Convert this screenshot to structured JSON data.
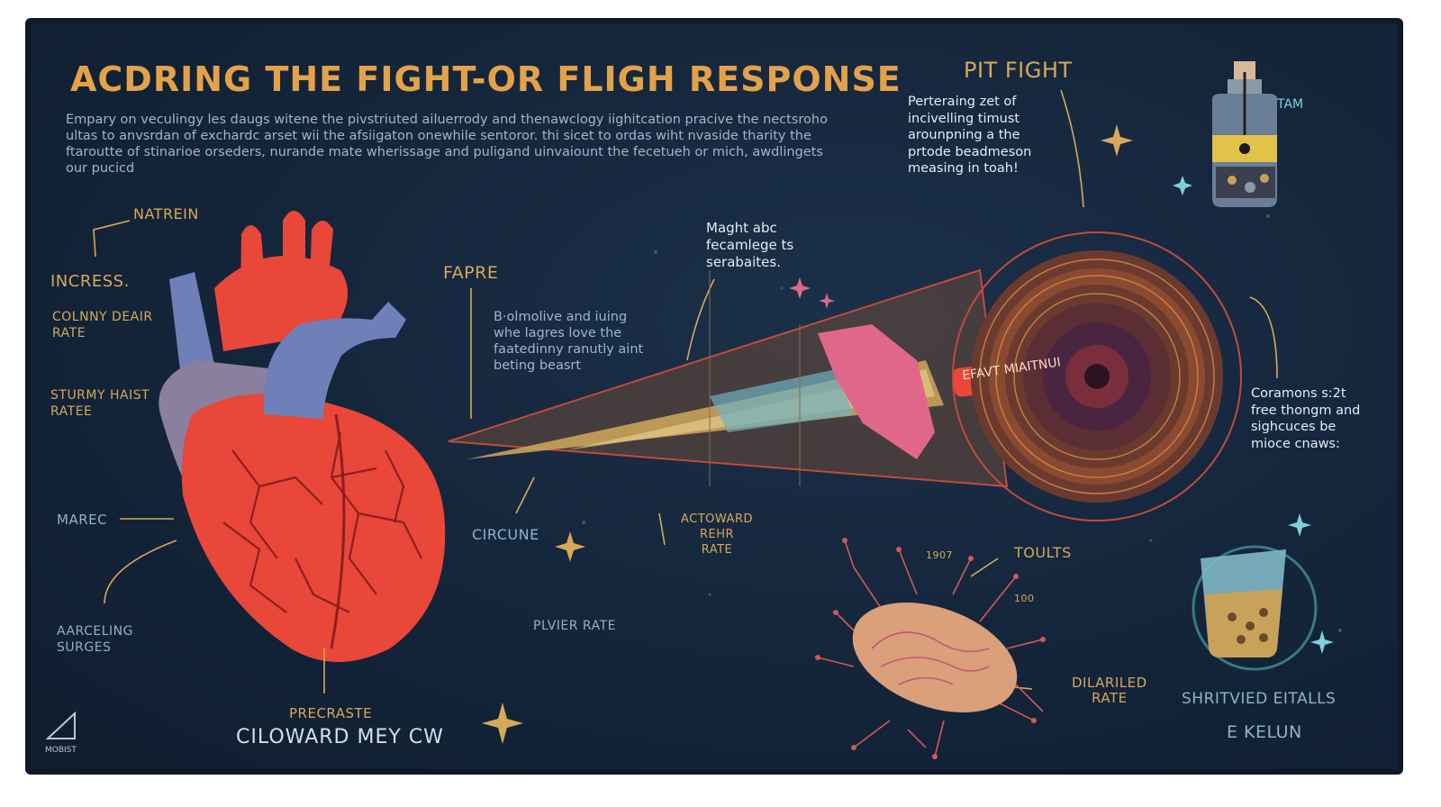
{
  "title": "ACDRING THE FIGHT-OR FLIGH RESPONSE",
  "intro": "Empary on veculingy les daugs witene the pivstriuted ailuerrody and thenawclogy iighitcation pracive the nectsroho ultas to anvsrdan of exchardc arset wii the afsiigaton onewhile sentoror. thi sicet to ordas wiht nvaside tharity the ftaroutte of stinarioe orseders, nurande mate wherissage and puligand uinvaiount the fecetueh or mich, awdlingets our pucicd",
  "labels": {
    "natrein": "NATREIN",
    "incress": "INCRESS.",
    "colny_dear_rate": "COLNNY DEAIR\nRATE",
    "sturmy_haist_ratee": "STURMY HAIST\nRATEE",
    "marec": "MAREC",
    "aarceling_surges": "AARCELING\nSURGES",
    "precraste": "PRECRASTE",
    "cloward_mey_cw": "CILOWARD MEY CW",
    "fapre": "FAPRE",
    "bolmolive": "B·olmolive and iuing\nwhe lagres love the\nfaatedinny ranutly aint\nbeting beasrt",
    "circune": "CIRCUNE",
    "plvier_rate": "PLVIER RATE",
    "actoward_rehr_rate": "ACTOWARD\nREHR\nRATE",
    "maght_abc": "Maght abc\nfecamlege ts\nserabaites.",
    "pit_fight": "PIT FIGHT",
    "pertering": "Perteraing zet of\nincivelling timust\narounpning a the\nprtode beadmeson\nmeasing in toah!",
    "tam": "TAM",
    "coramons": "Coramons s:2t\nfree thongm and\nsighcuces be\nmioce cnaws:",
    "toults": "TOULTS",
    "n1907": "1907",
    "n100": "100",
    "dilarled_rate": "DILARILED\nRATE",
    "shritvied_eitalls": "SHRITVIED EITALLS",
    "e_kelun": "E KELUN",
    "beam_label": "EFAVT MIAITNUI",
    "logo": "MOBIST"
  },
  "colors": {
    "background": "#14253a",
    "title": "#e3a24a",
    "heart_red": "#e8473a",
    "heart_blue": "#6f7fb8",
    "heart_purple": "#8a7f9e",
    "beam": "#c9a25a",
    "pink": "#e0678a",
    "ring": "#c24a3c",
    "gold_label": "#d6a85a",
    "blue_label": "#8fb2c9"
  },
  "icons": [
    "heart-illustration",
    "beam-cone",
    "target-rings",
    "bottle-icon",
    "neuron-illustration",
    "glass-jar-icon",
    "sparkle-icon",
    "logo-mark"
  ]
}
